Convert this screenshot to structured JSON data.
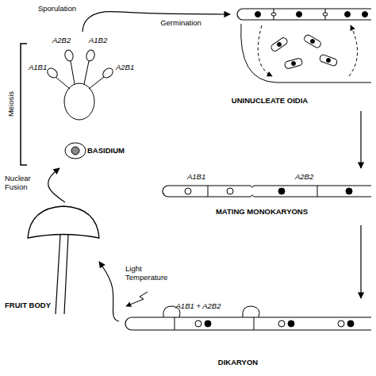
{
  "diagram": {
    "nodes": [
      {
        "text": [
          "A2B2",
          "A1B2",
          "A1B1",
          "A2B1",
          "BASIDIUM"
        ]
      },
      {
        "text": [
          "UNINUCLEATE OIDIA"
        ]
      },
      {
        "text": [
          "A1B1",
          "A2B2",
          "MATING MONOKARYONS"
        ]
      },
      {
        "text": [
          "FRUIT BODY"
        ]
      },
      {
        "text": [
          "A1B1 + A2B2",
          "DIKARYON"
        ]
      }
    ],
    "edges": [
      {
        "from": 0,
        "to": 1,
        "arrow": "to",
        "label": "Germination"
      },
      {
        "from": 1,
        "to": 2,
        "arrow": "to"
      },
      {
        "from": 2,
        "to": 4,
        "arrow": "to"
      },
      {
        "from": 4,
        "to": 3,
        "arrow": "to",
        "label": "Light Temperature"
      },
      {
        "from": 3,
        "to": 0,
        "arrow": "to",
        "label": "Nuclear Fusion"
      }
    ],
    "labels": [
      "Sporulation",
      "Meiosis"
    ]
  }
}
